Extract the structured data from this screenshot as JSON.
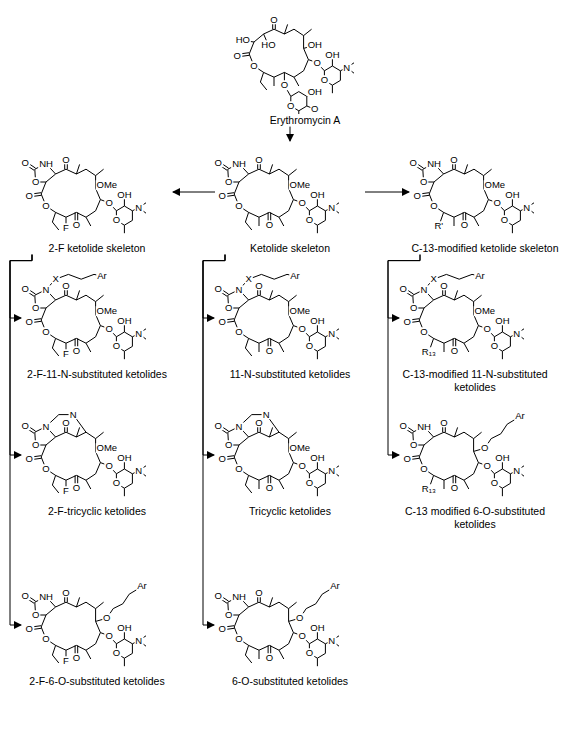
{
  "diagram": {
    "nodes": [
      {
        "text": [
          "Erythromycin A"
        ]
      },
      {
        "text": [
          "2-F ketolide skeleton"
        ]
      },
      {
        "text": [
          "Ketolide skeleton"
        ]
      },
      {
        "text": [
          "C-13-modified ketolide skeleton"
        ]
      },
      {
        "text": [
          "2-F-11-N-substituted ketolides"
        ]
      },
      {
        "text": [
          "2-F-tricyclic ketolides"
        ]
      },
      {
        "text": [
          "2-F-6-O-substituted ketolides"
        ]
      },
      {
        "text": [
          "11-N-substituted ketolides"
        ]
      },
      {
        "text": [
          "Tricyclic ketolides"
        ]
      },
      {
        "text": [
          "6-O-substituted ketolides"
        ]
      },
      {
        "text": [
          "C-13-modified 11-N-substituted ketolides"
        ]
      },
      {
        "text": [
          "C-13 modified 6-O-substituted ketolides"
        ]
      }
    ],
    "edges": [
      {
        "from": 0,
        "to": 2,
        "arrow": "to"
      },
      {
        "from": 2,
        "to": 1,
        "arrow": "to"
      },
      {
        "from": 2,
        "to": 3,
        "arrow": "to"
      },
      {
        "from": 1,
        "to": 4,
        "arrow": "to"
      },
      {
        "from": 1,
        "to": 5,
        "arrow": "to"
      },
      {
        "from": 1,
        "to": 6,
        "arrow": "to"
      },
      {
        "from": 2,
        "to": 7,
        "arrow": "to"
      },
      {
        "from": 2,
        "to": 8,
        "arrow": "to"
      },
      {
        "from": 2,
        "to": 9,
        "arrow": "to"
      },
      {
        "from": 3,
        "to": 10,
        "arrow": "to"
      },
      {
        "from": 3,
        "to": 11,
        "arrow": "to"
      }
    ],
    "labels": [
      "O",
      "HO",
      "HO",
      "OH",
      "O",
      "O",
      "O",
      "OH",
      "N",
      "O",
      "O",
      "O",
      "O",
      "OH",
      "O",
      "O",
      "O",
      "NH",
      "O",
      "O",
      "OMe",
      "O",
      "OH",
      "N",
      "O",
      "O",
      "F",
      "O",
      "O",
      "O",
      "NH",
      "O",
      "O",
      "OMe",
      "O",
      "OH",
      "N",
      "O",
      "O",
      "O",
      "O",
      "O",
      "NH",
      "O",
      "O",
      "OMe",
      "O",
      "OH",
      "N",
      "O",
      "O",
      "R'",
      "O",
      "O",
      "O",
      "N",
      "O",
      "O",
      "OMe",
      "O",
      "OH",
      "N",
      "O",
      "O",
      "X",
      "Ar",
      "F",
      "O",
      "O",
      "O",
      "N",
      "O",
      "O",
      "OMe",
      "O",
      "OH",
      "N",
      "O",
      "O",
      "N",
      "F",
      "O",
      "O",
      "O",
      "NH",
      "O",
      "O",
      "O",
      "O",
      "OH",
      "N",
      "O",
      "O",
      "Ar",
      "F",
      "O",
      "O",
      "O",
      "N",
      "O",
      "O",
      "OMe",
      "O",
      "OH",
      "N",
      "O",
      "O",
      "X",
      "Ar",
      "O",
      "O",
      "O",
      "N",
      "O",
      "O",
      "OMe",
      "O",
      "OH",
      "N",
      "O",
      "O",
      "N",
      "O",
      "O",
      "O",
      "NH",
      "O",
      "O",
      "O",
      "O",
      "OH",
      "N",
      "O",
      "O",
      "Ar",
      "O",
      "O",
      "O",
      "N",
      "O",
      "O",
      "OMe",
      "O",
      "OH",
      "N",
      "O",
      "O",
      "X",
      "Ar",
      "R₁₃",
      "O",
      "O",
      "O",
      "NH",
      "O",
      "O",
      "O",
      "O",
      "OH",
      "N",
      "O",
      "O",
      "Ar",
      "R₁₃"
    ]
  }
}
